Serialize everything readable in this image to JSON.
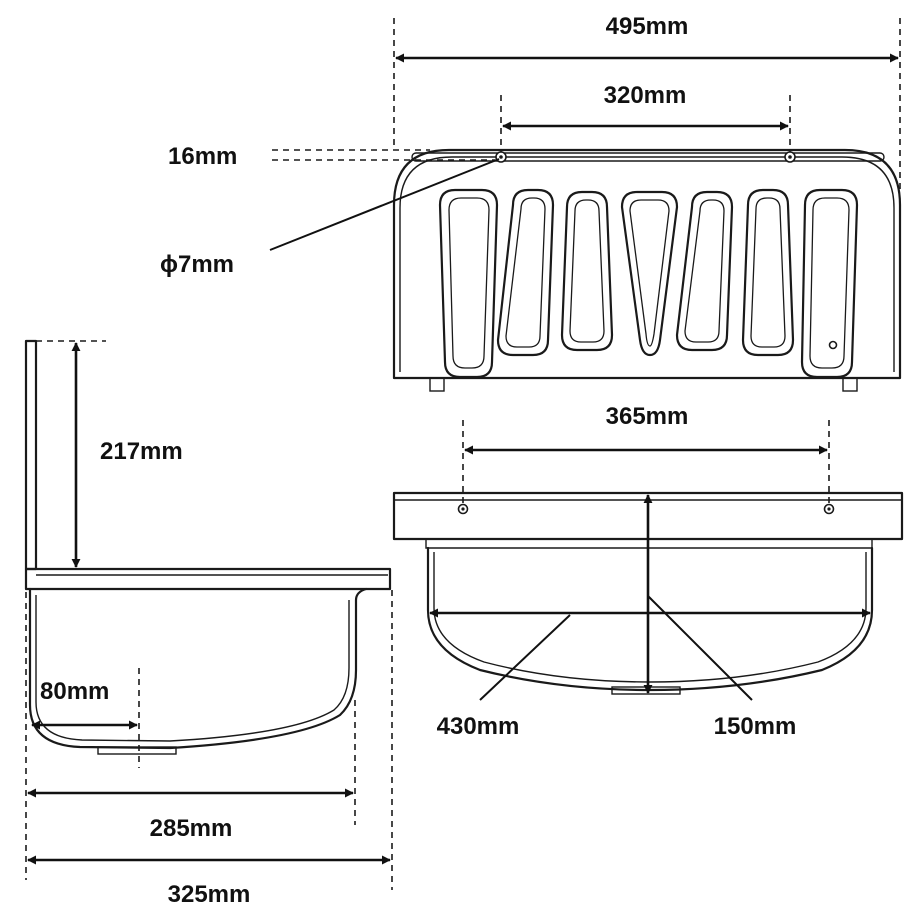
{
  "diagram": {
    "dimensions": {
      "overall_width": "495mm",
      "mounting_hole_spacing_back": "320mm",
      "hole_offset_from_top": "16mm",
      "hole_diameter": "ϕ7mm",
      "backsplash_height": "217mm",
      "drain_offset": "80mm",
      "bowl_depth": "285mm",
      "total_depth": "325mm",
      "mounting_hole_spacing_rim": "365mm",
      "bowl_width": "430mm",
      "bowl_height": "150mm"
    }
  }
}
